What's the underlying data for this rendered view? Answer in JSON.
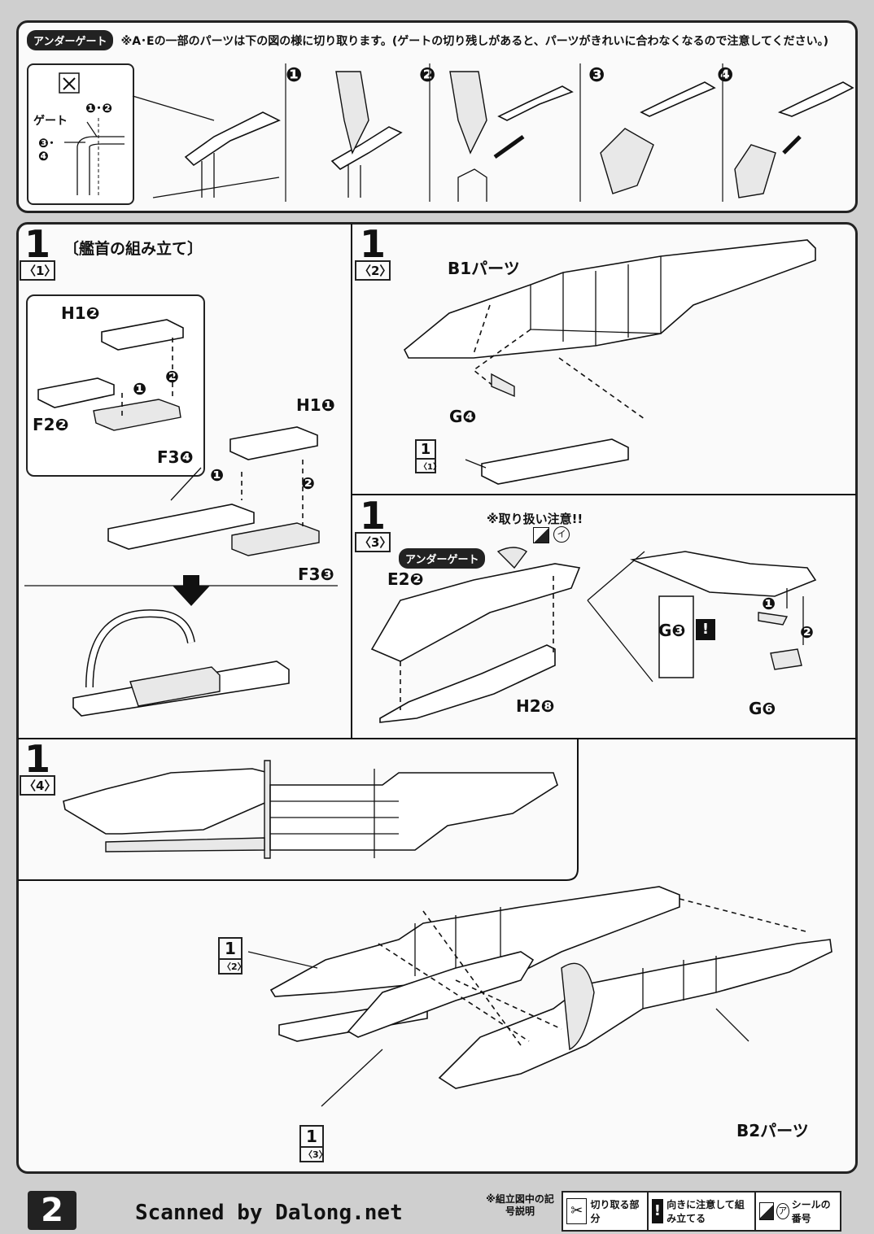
{
  "under_gate": {
    "badge": "アンダーゲート",
    "note": "※A･Eの一部のパーツは下の図の様に切り取ります。(ゲートの切り残しがあると、パーツがきれいに合わなくなるので注意してください。)",
    "gate_label": "ゲート",
    "step_labels": [
      "❶･❷",
      "❸･❹"
    ],
    "steps": [
      "❶",
      "❷",
      "❸",
      "❹"
    ]
  },
  "step1_1": {
    "num": "1",
    "sub": "〈1〉",
    "title": "〔艦首の組み立て〕",
    "parts": [
      "H1❷",
      "F2❷",
      "F3❹",
      "H1❶",
      "F3❸"
    ],
    "order": [
      "❶",
      "❷",
      "❶",
      "❷"
    ]
  },
  "step1_2": {
    "num": "1",
    "sub": "〈2〉",
    "b1_label": "B1パーツ",
    "g4_label": "G❹",
    "ref_num": "1",
    "ref_sub": "〈1〉"
  },
  "step1_3": {
    "num": "1",
    "sub": "〈3〉",
    "caution": "※取り扱い注意!!",
    "caution_sym": "イ",
    "badge": "アンダーゲート",
    "e2_label": "E2❷",
    "h2_label": "H2❽",
    "g3_label": "G❸",
    "g6_label": "G❻",
    "order": [
      "❶",
      "❷"
    ]
  },
  "step1_4": {
    "num": "1",
    "sub": "〈4〉"
  },
  "final": {
    "ref_top_num": "1",
    "ref_top_sub": "〈2〉",
    "ref_bot_num": "1",
    "ref_bot_sub": "〈3〉",
    "b2_label": "B2パーツ"
  },
  "footer": {
    "page": "2",
    "scanned": "Scanned by Dalong.net",
    "legend_title": "※組立図中の記号説明",
    "legend": [
      {
        "icon": "nipper-icon",
        "text": "切り取る部分"
      },
      {
        "icon": "exclamation-icon",
        "text": "向きに注意して組み立てる"
      },
      {
        "icon": "sticker-icon",
        "sym": "ア",
        "text": "シールの番号"
      }
    ]
  }
}
